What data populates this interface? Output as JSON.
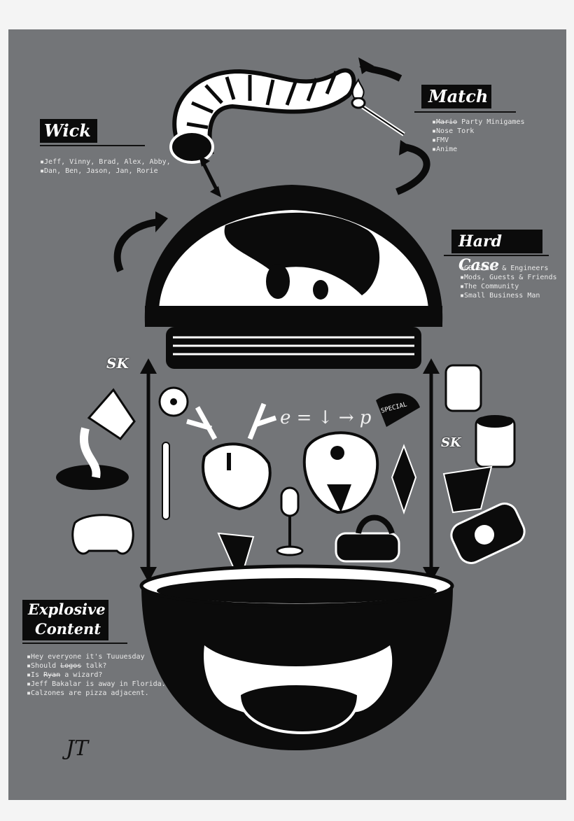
{
  "labels": {
    "wick": "Wick",
    "match": "Match",
    "hard_case": "Hard Case",
    "explosive_line1": "Explosive",
    "explosive_line2": "Content"
  },
  "wick_items": [
    "Jeff, Vinny, Brad, Alex, Abby,",
    "Dan, Ben, Jason, Jan, Rorie"
  ],
  "match_items": [
    {
      "strike": "Mario",
      "text": " Party Minigames"
    },
    {
      "text": "Nose Tork"
    },
    {
      "text": "FMV"
    },
    {
      "text": "Anime"
    }
  ],
  "hard_case_items": [
    "GB Staff & Engineers",
    "Mods, Guests & Friends",
    "The Community",
    "Small Business Man"
  ],
  "explosive_items": [
    {
      "text": "Hey everyone it's Tuuuesday"
    },
    {
      "pre": "Should ",
      "strike": "Logos",
      "post": " talk?"
    },
    {
      "pre": "Is ",
      "strike": "Ryan",
      "post": " a wizard?"
    },
    {
      "text": "Jeff Bakalar is away in Florida."
    },
    {
      "text": "Calzones are pizza adjacent."
    }
  ],
  "formula": "e = ↓ → p",
  "badge_text": "SK",
  "hat_text": "SPECIAL",
  "signature": "JT",
  "colors": {
    "background": "#737578",
    "ink": "#0b0b0b",
    "paper": "#f4f4f4",
    "highlight": "#ffffff"
  }
}
